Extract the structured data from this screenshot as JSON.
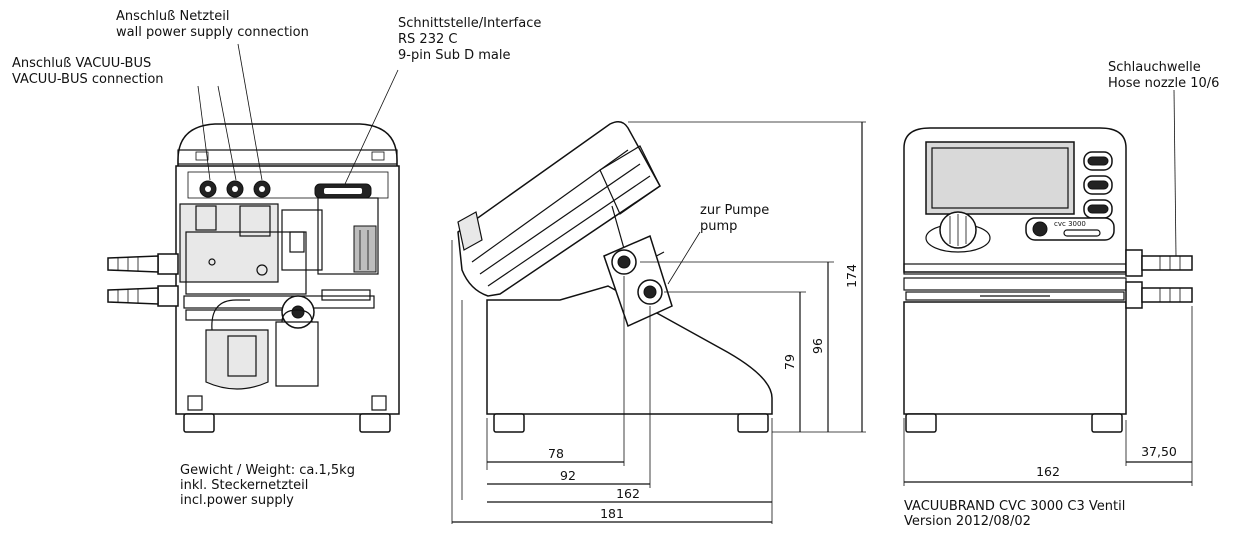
{
  "labels": {
    "netzteil_de": "Anschluß Netzteil",
    "netzteil_en": "wall power supply connection",
    "interface_de": "Schnittstelle/Interface",
    "interface_rs": "RS 232 C",
    "interface_pin": "9-pin Sub D male",
    "vacuubus_de": "Anschluß VACUU-BUS",
    "vacuubus_en": "VACUU-BUS connection",
    "schlauch_de": "Schlauchwelle",
    "schlauch_en": "Hose nozzle 10/6",
    "pumpe_de": "zur Pumpe",
    "pumpe_en": "pump",
    "weight_line1": "Gewicht / Weight: ca.1,5kg",
    "weight_line2": "inkl. Steckernetzteil",
    "weight_line3": "incl.power supply",
    "model_line1": "VACUUBRAND CVC 3000 C3 Ventil",
    "model_line2": "Version 2012/08/02",
    "panel_brand": "cvc 3000"
  },
  "dimensions": {
    "d78": "78",
    "d92": "92",
    "d162_side": "162",
    "d181": "181",
    "d79": "79",
    "d96": "96",
    "d174": "174",
    "d162_front": "162",
    "d37": "37,50"
  },
  "colors": {
    "line": "#111111",
    "shade": "#e8e8e8",
    "screen": "#d9d9d9"
  }
}
